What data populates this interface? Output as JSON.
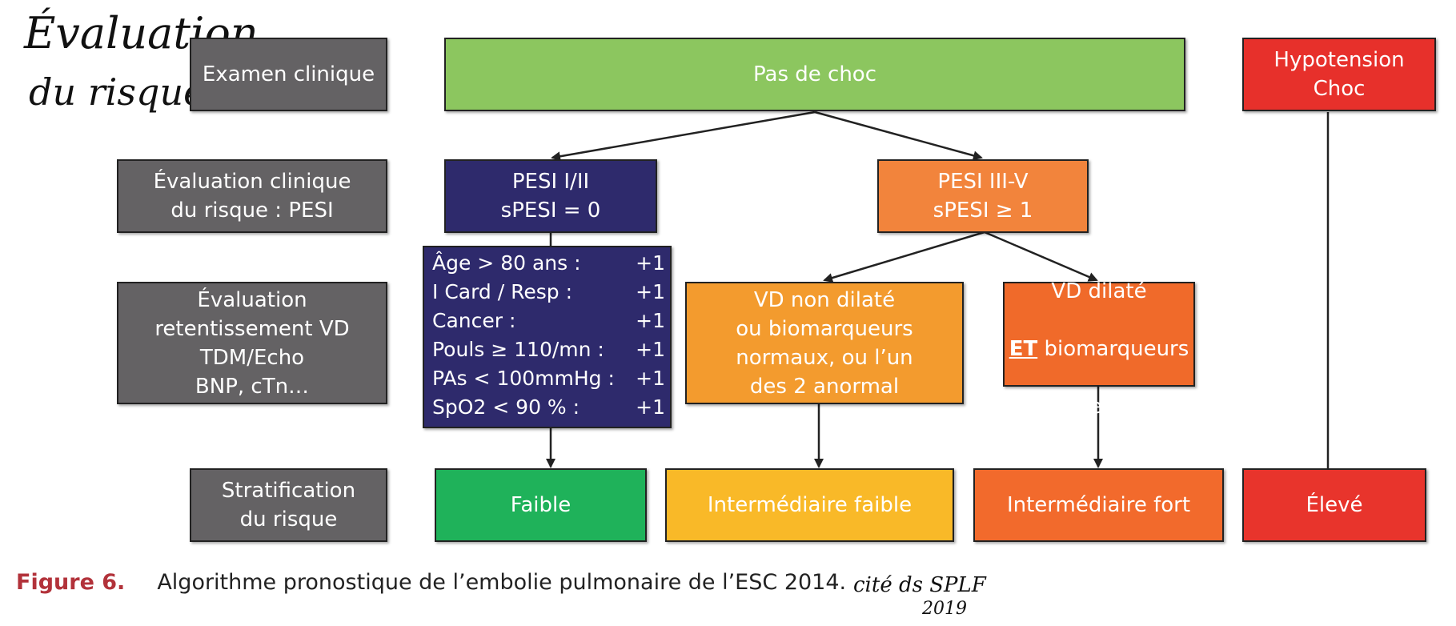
{
  "annotations": {
    "handwritten_title_line1": "Évaluation",
    "handwritten_title_line2": "du risque",
    "handwritten_source_line1": "cité ds SPLF",
    "handwritten_source_line2": "2019"
  },
  "row_labels": {
    "exam": "Examen clinique",
    "pesi": "Évaluation clinique\ndu risque : PESI",
    "vd": "Évaluation\nretentissement VD\nTDM/Echo\nBNP, cTn…",
    "strat": "Stratification\ndu risque"
  },
  "nodes": {
    "no_shock": "Pas de choc",
    "shock": "Hypotension\nChoc",
    "pesi_low": "PESI I/II\nsPESI = 0",
    "pesi_high": "PESI III-V\nsPESI ≥ 1",
    "vd_normal": "VD non dilaté\nou biomarqueurs\nnormaux, ou l’un\ndes 2 anormal",
    "vd_dilated_et": "ET",
    "vd_dilated_line1": "VD dilaté",
    "vd_dilated_line2_rest": " biomarqueurs",
    "vd_dilated_line3": "élevé"
  },
  "criteria": [
    {
      "label": "Âge > 80 ans :",
      "score": "+1"
    },
    {
      "label": "I Card / Resp :",
      "score": "+1"
    },
    {
      "label": "Cancer :",
      "score": "+1"
    },
    {
      "label": "Pouls ≥ 110/mn :",
      "score": "+1"
    },
    {
      "label": "PAs < 100mmHg :",
      "score": "+1"
    },
    {
      "label": "SpO2 < 90 % :",
      "score": "+1"
    }
  ],
  "outcomes": {
    "low": "Faible",
    "int_low": "Intermédiaire faible",
    "int_high": "Intermédiaire fort",
    "high": "Élevé"
  },
  "caption": {
    "number": "Figure 6.",
    "text": "Algorithme pronostique de l’embolie pulmonaire de l’ESC 2014."
  },
  "colors": {
    "row_label": "#646264",
    "no_shock": "#8cc65f",
    "shock": "#e7302b",
    "pesi_low": "#2e2a6c",
    "pesi_high": "#f2843c",
    "low": "#1fb25a",
    "int_low": "#f9b928",
    "int_high": "#f26a2c",
    "high": "#e8342c",
    "caption_number": "#b2323a"
  }
}
